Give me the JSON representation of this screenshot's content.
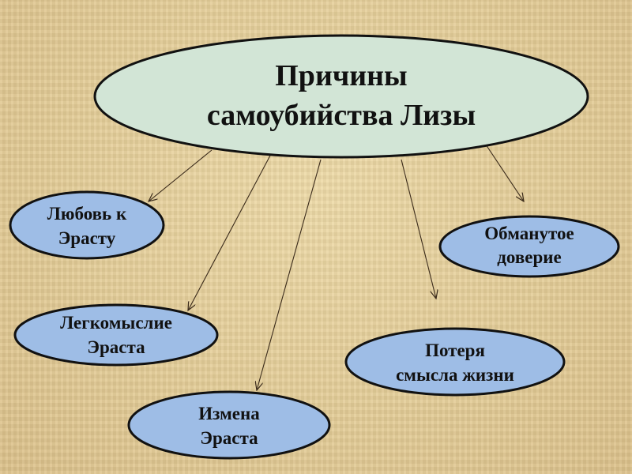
{
  "center": {
    "line1": "Причины",
    "line2": "самоубийства Лизы"
  },
  "nodes": [
    {
      "line1": "Любовь к",
      "line2": "Эрасту"
    },
    {
      "line1": "Легкомыслие",
      "line2": "Эраста"
    },
    {
      "line1": "Измена",
      "line2": "Эраста"
    },
    {
      "line1": "Потеря",
      "line2": "смысла жизни"
    },
    {
      "line1": "Обманутое",
      "line2": "доверие"
    }
  ],
  "colors": {
    "center_fill": "#d2e5d6",
    "node_fill": "#9ebde6",
    "background": "#e6cf9c"
  }
}
